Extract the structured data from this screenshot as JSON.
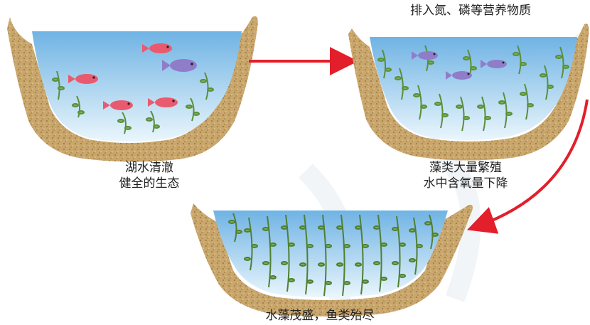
{
  "diagram": {
    "stage1": {
      "line1": "湖水清澈",
      "line2": "健全的生态"
    },
    "stage2": {
      "caption_top": "排入氮、磷等营养物质",
      "line1": "藻类大量繁殖",
      "line2": "水中含氧量下降"
    },
    "stage3": {
      "caption": "水藻茂盛，鱼类殆尽"
    },
    "colors": {
      "arrow": "#e21f2a",
      "soil": "#c9a66b",
      "water_top": "#6fb3e4",
      "water_bottom": "#e9f5fc",
      "plant": "#5a8f3a",
      "fish_red": "#ea5a6e",
      "fish_purple": "#8f7dc9"
    }
  }
}
